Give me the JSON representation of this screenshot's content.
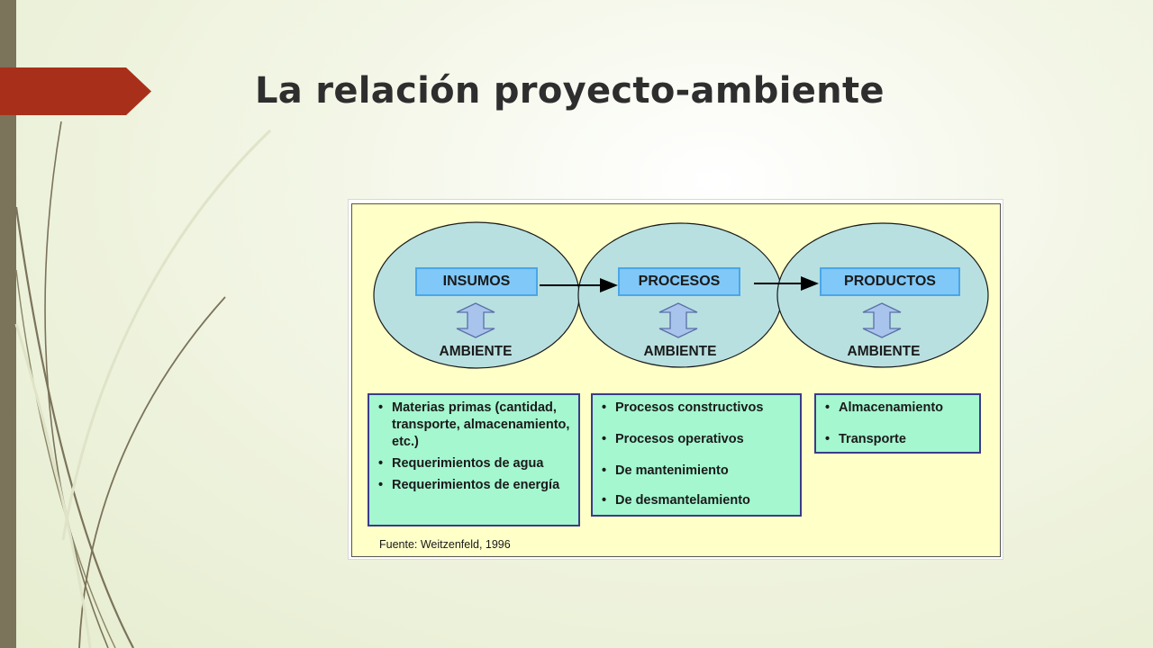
{
  "slide": {
    "title": "La relación proyecto-ambiente",
    "colors": {
      "accent_flag": "#a8301a",
      "left_bar": "#7b735a",
      "figure_background": "#ffffc8",
      "ellipse_fill": "#b8e0e0",
      "stage_box": "#80c8f8",
      "list_box": "#a4f7cf"
    }
  },
  "diagram": {
    "stages": [
      {
        "label": "INSUMOS",
        "ambiente": "AMBIENTE"
      },
      {
        "label": "PROCESOS",
        "ambiente": "AMBIENTE"
      },
      {
        "label": "PRODUCTOS",
        "ambiente": "AMBIENTE"
      }
    ],
    "lists": [
      {
        "items": [
          "Materias primas (cantidad, transporte, almacenamiento, etc.)",
          "Requerimientos de agua",
          "Requerimientos de energía"
        ]
      },
      {
        "items": [
          "Procesos constructivos",
          "Procesos operativos",
          "De mantenimiento",
          "De desmantelamiento"
        ]
      },
      {
        "items": [
          "Almacenamiento",
          "Transporte"
        ]
      }
    ],
    "source": "Fuente:  Weitzenfeld, 1996",
    "icons": [
      "double-arrow-vertical-icon",
      "arrow-right-icon"
    ]
  }
}
